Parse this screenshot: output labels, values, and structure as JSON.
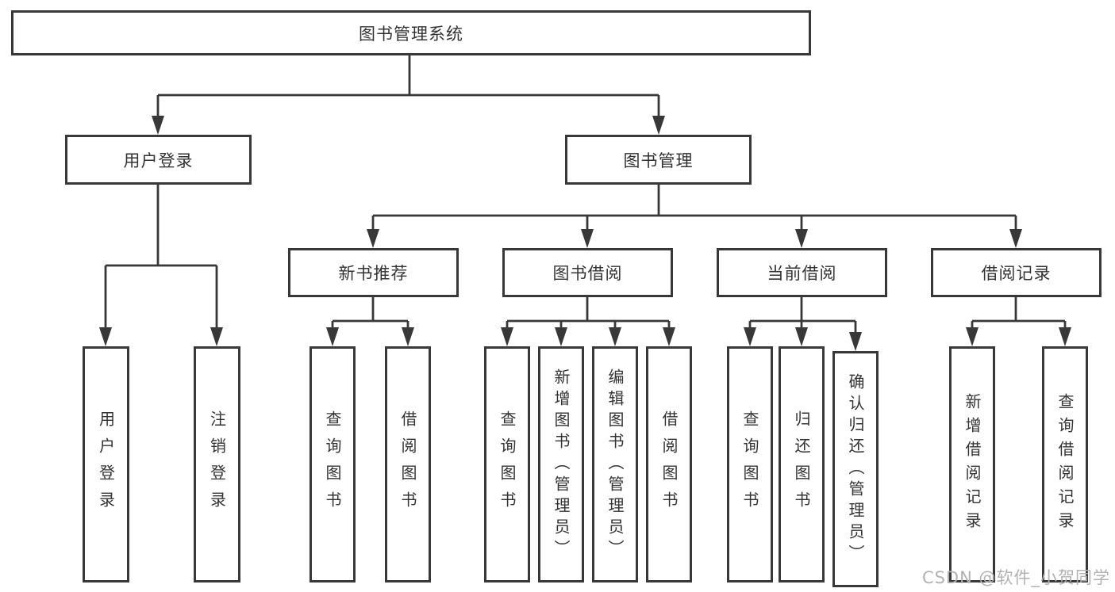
{
  "tree": {
    "label": "图书管理系统",
    "children": [
      {
        "label": "用户登录",
        "children": [
          {
            "label": "用户登录"
          },
          {
            "label": "注销登录"
          }
        ]
      },
      {
        "label": "图书管理",
        "children": [
          {
            "label": "新书推荐",
            "children": [
              {
                "label": "查询图书"
              },
              {
                "label": "借阅图书"
              }
            ]
          },
          {
            "label": "图书借阅",
            "children": [
              {
                "label": "查询图书"
              },
              {
                "label": "新增图书（管理员）"
              },
              {
                "label": "编辑图书（管理员）"
              },
              {
                "label": "借阅图书"
              }
            ]
          },
          {
            "label": "当前借阅",
            "children": [
              {
                "label": "查询图书"
              },
              {
                "label": "归还图书"
              },
              {
                "label": "确认归还（管理员）"
              }
            ]
          },
          {
            "label": "借阅记录",
            "children": [
              {
                "label": "新增借阅记录"
              },
              {
                "label": "查询借阅记录"
              }
            ]
          }
        ]
      }
    ]
  },
  "watermark": {
    "text": "CSDN @软件_小贺同学"
  },
  "colors": {
    "line": "#383838",
    "text": "#333333",
    "watermark": "#b2b2b2",
    "background": "#ffffff"
  }
}
